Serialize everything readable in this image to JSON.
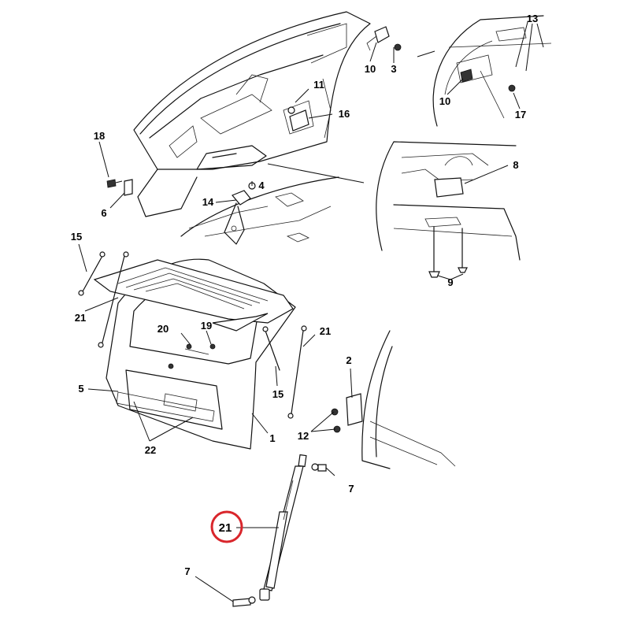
{
  "callouts": {
    "c1": "1",
    "c2": "2",
    "c3": "3",
    "c4": "4",
    "c5": "5",
    "c6": "6",
    "c7a": "7",
    "c7b": "7",
    "c8": "8",
    "c9": "9",
    "c10a": "10",
    "c10b": "10",
    "c11": "11",
    "c12": "12",
    "c13": "13",
    "c14": "14",
    "c15a": "15",
    "c15b": "15",
    "c16": "16",
    "c17": "17",
    "c18": "18",
    "c19": "19",
    "c20": "20",
    "c21a": "21",
    "c21b": "21",
    "c21c": "21",
    "c22": "22"
  },
  "highlight": {
    "color": "#d9262c"
  }
}
